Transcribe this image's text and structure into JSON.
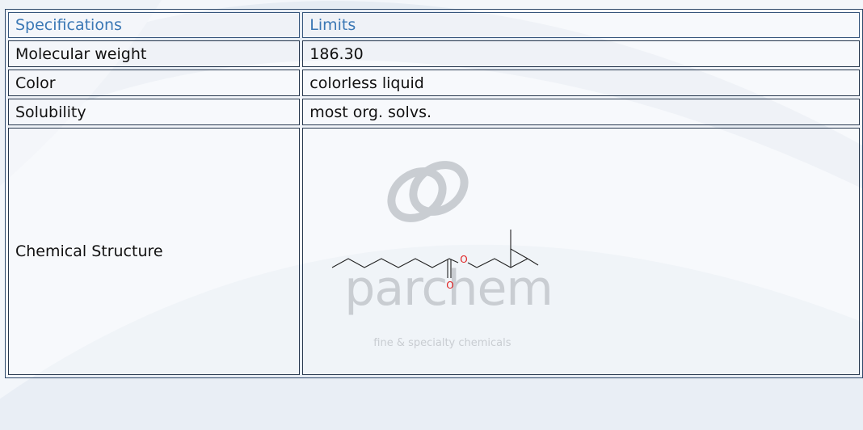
{
  "table": {
    "header": {
      "spec_label": "Specifications",
      "limit_label": "Limits"
    },
    "rows": [
      {
        "spec": "Molecular weight",
        "value": "186.30"
      },
      {
        "spec": "Color",
        "value": "colorless liquid"
      },
      {
        "spec": "Solubility",
        "value": "most org. solvs."
      }
    ],
    "structure_row": {
      "spec": "Chemical Structure",
      "atoms": {
        "ester_o": "O",
        "carbonyl_o": "O"
      }
    }
  },
  "watermark": {
    "brand": "parchem",
    "tagline": "fine & specialty chemicals"
  },
  "colors": {
    "header_text": "#3b78b5",
    "border": "#26374d",
    "oxygen": "#e02020",
    "background": "#f3f6fa"
  }
}
